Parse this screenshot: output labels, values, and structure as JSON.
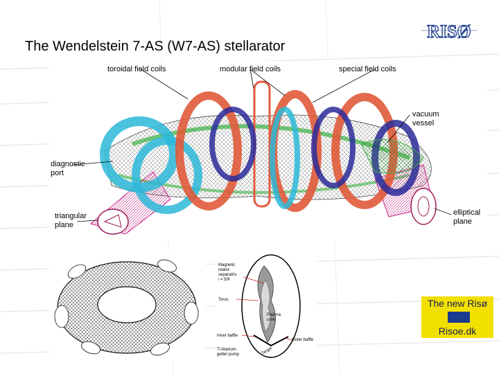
{
  "slide": {
    "title": "The Wendelstein 7-AS (W7-AS) stellarator",
    "logo_text": "RISØ"
  },
  "main_diagram": {
    "labels": {
      "toroidal": "toroidal field coils",
      "modular": "modular field coils",
      "special": "special field coils",
      "vacuum_1": "vacuum",
      "vacuum_2": "vessel",
      "diagnostic_1": "diagnostic",
      "diagnostic_2": "port",
      "triangular_1": "triangular",
      "triangular_2": "plane",
      "elliptical_1": "elliptical",
      "elliptical_2": "plane"
    }
  },
  "cross_section": {
    "labels": {
      "magnetic_1": "Magnetic",
      "magnetic_2": "island",
      "magnetic_3": "separatrix",
      "magnetic_4": "ι = 5/9",
      "torus": "Torus",
      "plasma_1": "Plasma",
      "plasma_2": "core",
      "inner_baffle": "Inner baffle",
      "outer_baffle": "Outer baffle",
      "titanium_1": "Ti-titanium",
      "titanium_2": "getter pump",
      "target": "Target"
    }
  },
  "promo": {
    "line1": "The new Risø",
    "line2": "Risoe.dk"
  },
  "colors": {
    "toroidal_coils": "#e05a3a",
    "modular_cyan": "#2bb8d8",
    "modular_blue": "#2a2a9a",
    "vacuum_green": "#3bb040",
    "magenta": "#d0208a",
    "logo_blue": "#1b3b8f",
    "promo_yellow": "#f2e000"
  }
}
